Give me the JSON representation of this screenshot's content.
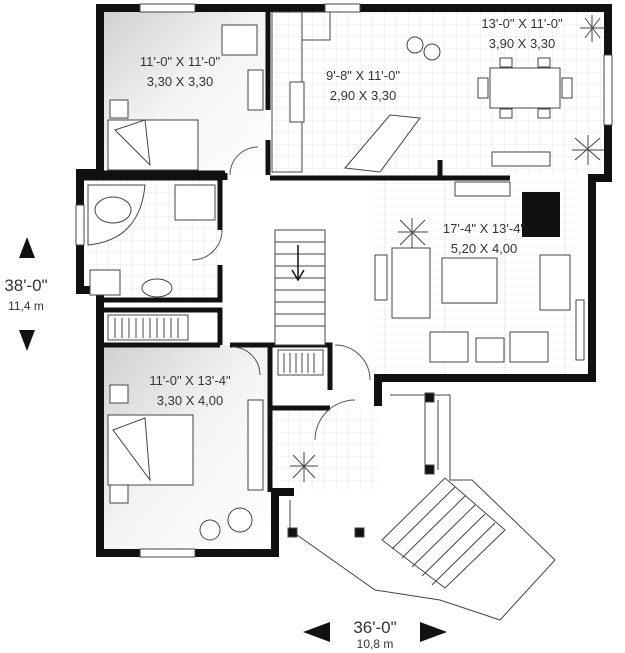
{
  "rooms": {
    "bedroom_top": {
      "imperial": "11'-0\" X 11'-0\"",
      "metric": "3,30 X 3,30"
    },
    "kitchen": {
      "imperial": "9'-8\" X 11'-0\"",
      "metric": "2,90 X 3,30"
    },
    "dining": {
      "imperial": "13'-0\" X 11'-0\"",
      "metric": "3,90 X 3,30"
    },
    "living": {
      "imperial": "17'-4\" X 13'-4\"",
      "metric": "5,20 X 4,00"
    },
    "bedroom_bottom": {
      "imperial": "11'-0\" X 13'-4\"",
      "metric": "3,30 X 4,00"
    }
  },
  "overall": {
    "height": {
      "imperial": "38'-0\"",
      "metric": "11,4 m"
    },
    "width": {
      "imperial": "36'-0\"",
      "metric": "10,8 m"
    }
  },
  "colors": {
    "wall": "#111111",
    "floor": "#e8e8e8",
    "line": "#555555"
  }
}
